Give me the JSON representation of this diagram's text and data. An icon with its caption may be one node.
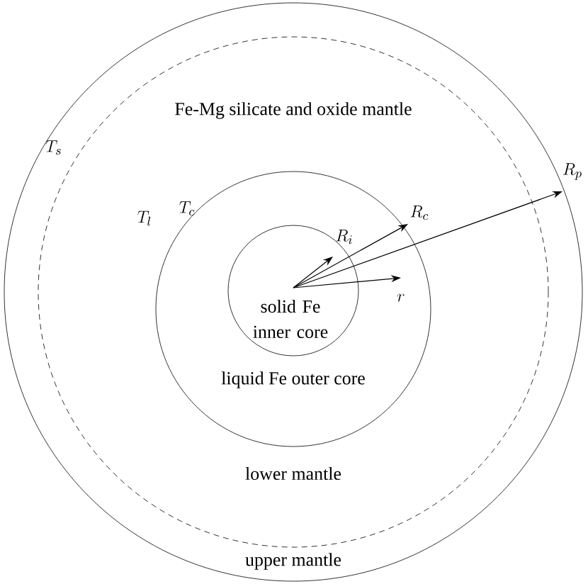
{
  "diagram": {
    "nodes": [
      {
        "text": [
          "upper mantle"
        ],
        "beside": [
          "T_s"
        ]
      },
      {
        "text": [
          "Fe-Mg silicate and oxide mantle",
          "lower mantle"
        ],
        "beside": [
          "T_l"
        ],
        "in": 0
      },
      {
        "text": [
          "liquid Fe outer core"
        ],
        "beside": [
          "T_c"
        ],
        "in": 1
      },
      {
        "text": [
          "solid Fe inner core"
        ],
        "in": 2
      }
    ],
    "labels": [
      "R_i",
      "R_c",
      "R_p",
      "r"
    ]
  }
}
